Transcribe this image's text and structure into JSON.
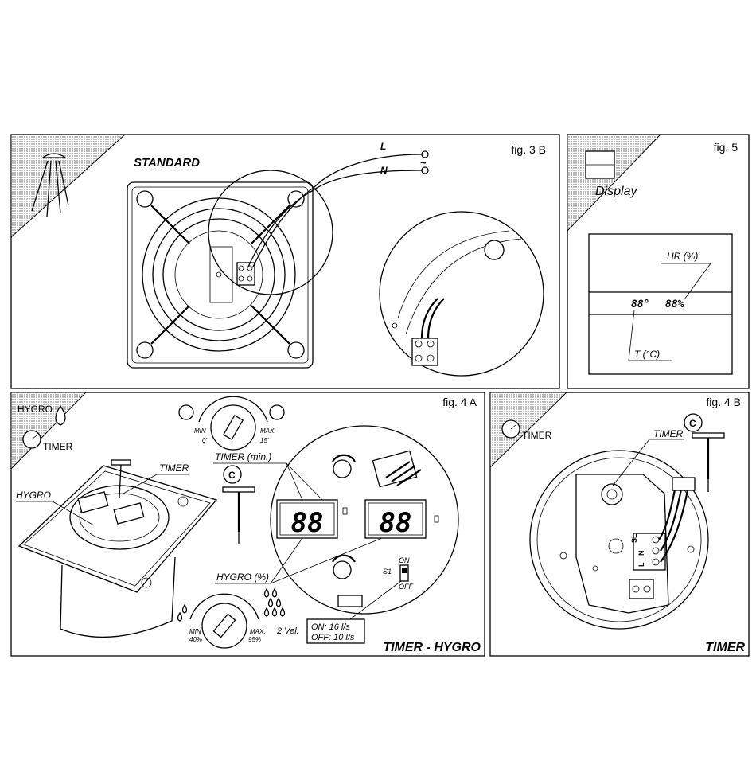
{
  "fig3b": {
    "fig_label": "fig. 3 B",
    "title": "STANDARD",
    "wire_l": "L",
    "wire_n": "N",
    "tilde": "~"
  },
  "fig5": {
    "fig_label": "fig. 5",
    "icon_label": "Display",
    "hr_label": "HR (%)",
    "t_label": "T (°C)",
    "readout_temp": "88°",
    "readout_hr": "88%"
  },
  "fig4a": {
    "fig_label": "fig. 4 A",
    "hygro_icon_label": "HYGRO",
    "timer_icon_label": "TIMER",
    "timer_callout": "TIMER",
    "hygro_callout": "HYGRO",
    "timer_min_label": "TIMER (min.)",
    "hygro_pct_label": "HYGRO (%)",
    "tool_letter": "C",
    "knob_timer_min": "MIN",
    "knob_timer_min_val": "0'",
    "knob_timer_max": "MAX.",
    "knob_timer_max_val": "15'",
    "knob_hygro_min": "MIN",
    "knob_hygro_min_val": "40%",
    "knob_hygro_max": "MAX.",
    "knob_hygro_max_val": "95%",
    "display_left": "88",
    "display_right": "88",
    "switch_name": "S1",
    "switch_on": "ON",
    "switch_off": "OFF",
    "speeds_label": "2 Vel.",
    "speed_on": "ON: 16 l/s",
    "speed_off": "OFF: 10 l/s",
    "mode_title": "TIMER - HYGRO"
  },
  "fig4b": {
    "fig_label": "fig. 4 B",
    "timer_icon_label": "TIMER",
    "timer_callout": "TIMER",
    "tool_letter": "C",
    "terminal_l": "L",
    "terminal_n": "N",
    "terminal_sl": "SL",
    "mode_title": "TIMER"
  }
}
